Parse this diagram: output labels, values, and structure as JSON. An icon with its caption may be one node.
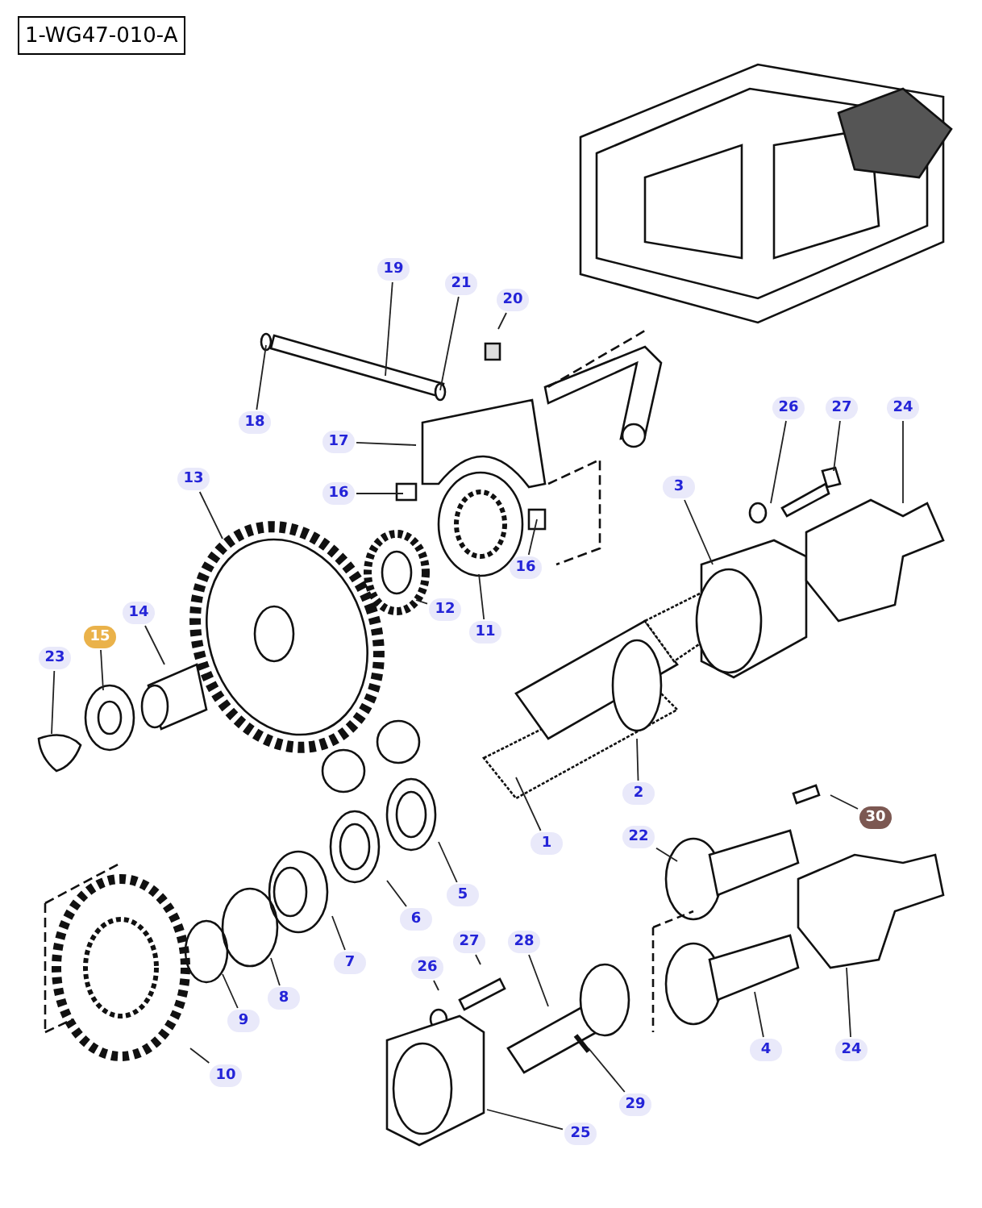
{
  "diagram": {
    "nodes": [
      {
        "text": [
          "1-WG47-010-A"
        ]
      },
      {
        "text": [
          "19"
        ]
      },
      {
        "text": [
          "21"
        ]
      },
      {
        "text": [
          "20"
        ]
      },
      {
        "text": [
          "26"
        ]
      },
      {
        "text": [
          "27"
        ]
      },
      {
        "text": [
          "24"
        ]
      },
      {
        "text": [
          "18"
        ]
      },
      {
        "text": [
          "17"
        ]
      },
      {
        "text": [
          "13"
        ]
      },
      {
        "text": [
          "3"
        ]
      },
      {
        "text": [
          "16"
        ]
      },
      {
        "text": [
          "16"
        ]
      },
      {
        "text": [
          "12"
        ]
      },
      {
        "text": [
          "14"
        ]
      },
      {
        "text": [
          "11"
        ]
      },
      {
        "text": [
          "15"
        ]
      },
      {
        "text": [
          "23"
        ]
      },
      {
        "text": [
          "2"
        ]
      },
      {
        "text": [
          "30"
        ]
      },
      {
        "text": [
          "22"
        ]
      },
      {
        "text": [
          "1"
        ]
      },
      {
        "text": [
          "5"
        ]
      },
      {
        "text": [
          "6"
        ]
      },
      {
        "text": [
          "27"
        ]
      },
      {
        "text": [
          "7"
        ]
      },
      {
        "text": [
          "26"
        ]
      },
      {
        "text": [
          "28"
        ]
      },
      {
        "text": [
          "8"
        ]
      },
      {
        "text": [
          "9"
        ]
      },
      {
        "text": [
          "4"
        ]
      },
      {
        "text": [
          "24"
        ]
      },
      {
        "text": [
          "10"
        ]
      },
      {
        "text": [
          "29"
        ]
      },
      {
        "text": [
          "25"
        ]
      }
    ],
    "edges": [
      {
        "from": 1,
        "to": null,
        "arrow": "none"
      },
      {
        "from": 2,
        "to": null,
        "arrow": "none"
      },
      {
        "from": 3,
        "to": null,
        "arrow": "none"
      },
      {
        "from": 4,
        "to": null,
        "arrow": "none"
      },
      {
        "from": 5,
        "to": null,
        "arrow": "none"
      },
      {
        "from": 6,
        "to": null,
        "arrow": "none"
      },
      {
        "from": 7,
        "to": null,
        "arrow": "none"
      },
      {
        "from": 8,
        "to": null,
        "arrow": "none"
      },
      {
        "from": 9,
        "to": null,
        "arrow": "none"
      },
      {
        "from": 10,
        "to": null,
        "arrow": "none"
      },
      {
        "from": 11,
        "to": null,
        "arrow": "none"
      },
      {
        "from": 12,
        "to": null,
        "arrow": "none"
      },
      {
        "from": 13,
        "to": null,
        "arrow": "none"
      },
      {
        "from": 14,
        "to": null,
        "arrow": "none"
      },
      {
        "from": 15,
        "to": null,
        "arrow": "none"
      },
      {
        "from": 16,
        "to": null,
        "arrow": "none"
      },
      {
        "from": 17,
        "to": null,
        "arrow": "none"
      },
      {
        "from": 18,
        "to": null,
        "arrow": "none"
      },
      {
        "from": 19,
        "to": null,
        "arrow": "none"
      },
      {
        "from": 20,
        "to": null,
        "arrow": "none"
      },
      {
        "from": 21,
        "to": null,
        "arrow": "none"
      },
      {
        "from": 22,
        "to": null,
        "arrow": "none"
      },
      {
        "from": 23,
        "to": null,
        "arrow": "none"
      },
      {
        "from": 24,
        "to": null,
        "arrow": "none"
      },
      {
        "from": 25,
        "to": null,
        "arrow": "none"
      },
      {
        "from": 26,
        "to": null,
        "arrow": "none"
      },
      {
        "from": 27,
        "to": null,
        "arrow": "none"
      },
      {
        "from": 28,
        "to": null,
        "arrow": "none"
      },
      {
        "from": 29,
        "to": null,
        "arrow": "none"
      },
      {
        "from": 30,
        "to": null,
        "arrow": "none"
      },
      {
        "from": 31,
        "to": null,
        "arrow": "none"
      },
      {
        "from": 32,
        "to": null,
        "arrow": "none"
      },
      {
        "from": 33,
        "to": null,
        "arrow": "none"
      },
      {
        "from": 34,
        "to": null,
        "arrow": "none"
      }
    ]
  }
}
